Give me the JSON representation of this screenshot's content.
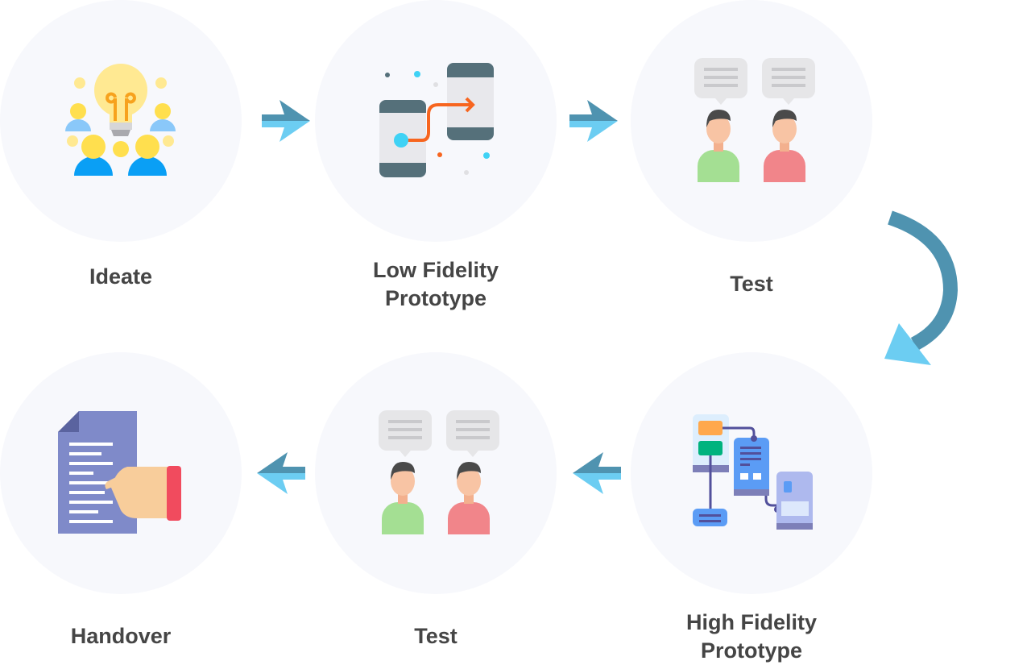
{
  "steps": [
    {
      "label": "Ideate",
      "icon": "brainstorm-lightbulb-icon"
    },
    {
      "label": "Low Fidelity Prototype",
      "line1": "Low Fidelity",
      "line2": "Prototype",
      "icon": "wireframe-flow-icon"
    },
    {
      "label": "Test",
      "icon": "user-testing-icon"
    },
    {
      "label": "High Fidelity Prototype",
      "line1": "High Fidelity",
      "line2": "Prototype",
      "icon": "hifi-flowchart-icon"
    },
    {
      "label": "Test",
      "icon": "user-testing-icon"
    },
    {
      "label": "Handover",
      "icon": "document-handover-icon"
    }
  ],
  "colors": {
    "circle_bg": "#f7f8fc",
    "arrow_dark": "#4f93b0",
    "arrow_light": "#6ccdf2",
    "text": "#454545"
  }
}
